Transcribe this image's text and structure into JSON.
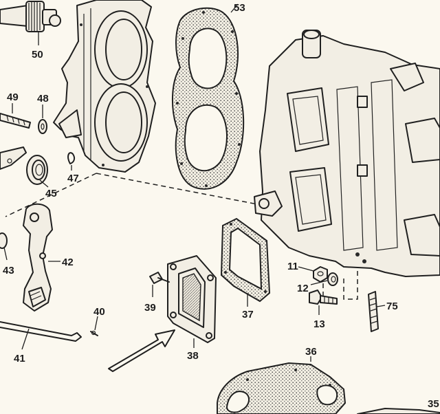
{
  "labels": {
    "p11": "11",
    "p12": "12",
    "p13": "13",
    "p35": "35",
    "p36": "36",
    "p37": "37",
    "p38": "38",
    "p39": "39",
    "p40": "40",
    "p41": "41",
    "p42": "42",
    "p43": "43",
    "p45": "45",
    "p47": "47",
    "p48": "48",
    "p49": "49",
    "p50": "50",
    "p53": "53",
    "p75": "75"
  },
  "colors": {
    "ink": "#1f1f1f",
    "paper": "#fbf8ef"
  }
}
